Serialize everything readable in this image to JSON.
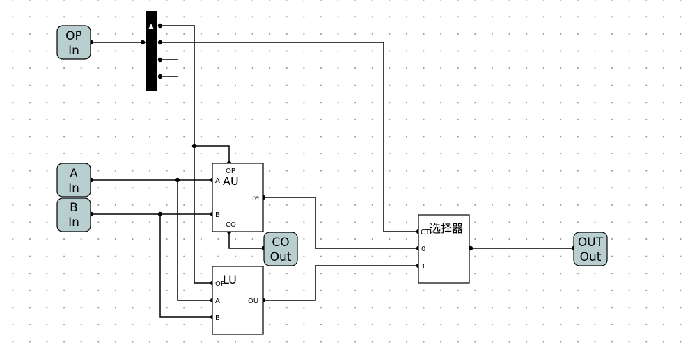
{
  "pins": {
    "op": {
      "name": "OP",
      "type": "In"
    },
    "a": {
      "name": "A",
      "type": "In"
    },
    "b": {
      "name": "B",
      "type": "In"
    },
    "co": {
      "name": "CO",
      "type": "Out"
    },
    "out": {
      "name": "OUT",
      "type": "Out"
    }
  },
  "au": {
    "title": "AU",
    "ports": {
      "op": "OP",
      "a": "A",
      "b": "B",
      "re": "re",
      "co": "CO"
    }
  },
  "lu": {
    "title": "LU",
    "ports": {
      "op": "OP",
      "a": "A",
      "b": "B",
      "ou": "OU"
    }
  },
  "mux": {
    "title": "选择器",
    "ports": {
      "ctrl": "CTRL",
      "in0": "0",
      "in1": "1"
    }
  },
  "colors": {
    "pin_fill": "#b9cfcf",
    "wire": "#000000",
    "background": "#ffffff"
  }
}
